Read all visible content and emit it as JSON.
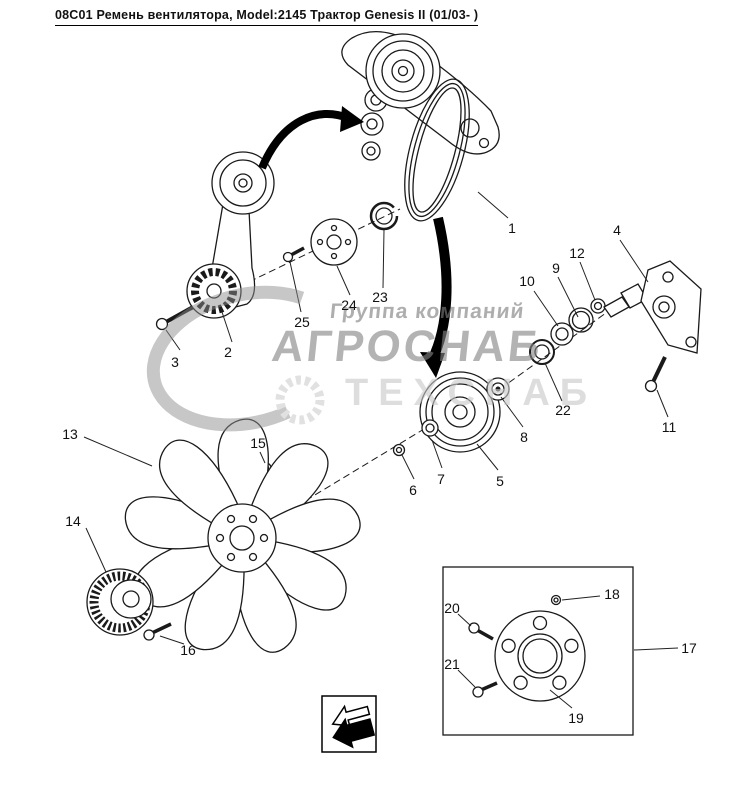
{
  "header": {
    "title": "08C01 Ремень вентилятора, Model:2145 Трактор Genesis II (01/03- )"
  },
  "watermark": {
    "line1": "Группа компаний",
    "line2": "АГРОСНАБ",
    "line3": "ТЕХСНАБ"
  },
  "callouts": [
    {
      "n": "1"
    },
    {
      "n": "2"
    },
    {
      "n": "3"
    },
    {
      "n": "4"
    },
    {
      "n": "5"
    },
    {
      "n": "6"
    },
    {
      "n": "7"
    },
    {
      "n": "8"
    },
    {
      "n": "9"
    },
    {
      "n": "10"
    },
    {
      "n": "11"
    },
    {
      "n": "12"
    },
    {
      "n": "13"
    },
    {
      "n": "14"
    },
    {
      "n": "15"
    },
    {
      "n": "16"
    },
    {
      "n": "17"
    },
    {
      "n": "18"
    },
    {
      "n": "19"
    },
    {
      "n": "20"
    },
    {
      "n": "21"
    },
    {
      "n": "22"
    },
    {
      "n": "23"
    },
    {
      "n": "24"
    },
    {
      "n": "25"
    }
  ],
  "colors": {
    "ink": "#1a1a1a",
    "watermark_dark": "#858585",
    "watermark_light": "#c9c9c9"
  }
}
